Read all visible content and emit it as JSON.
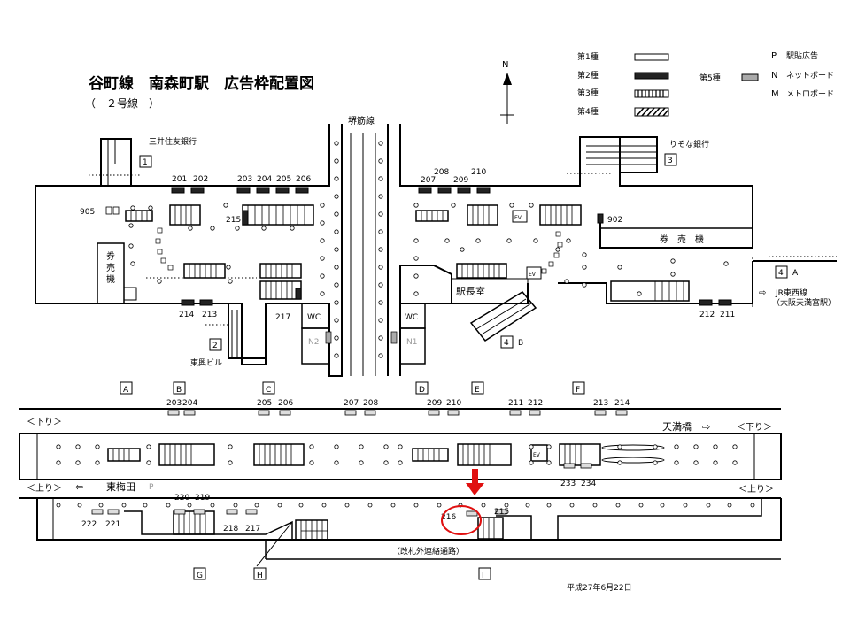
{
  "title": "谷町線　南森町駅　広告枠配置図",
  "subtitle": "（　２号線　）",
  "north": "N",
  "legend": {
    "type1": "第1種",
    "type2": "第2種",
    "type3": "第3種",
    "type4": "第4種",
    "type5": "第5種",
    "p_code": "P",
    "p_label": "駅貼広告",
    "n_code": "N",
    "n_label": "ネットボード",
    "m_code": "M",
    "m_label": "メトロボード"
  },
  "concourse": {
    "street_sakaisuji": "堺筋線",
    "bank_mitsui": "三井住友銀行",
    "bank_resona": "りそな銀行",
    "exit_1": "1",
    "exit_2": "2",
    "exit_3": "3",
    "exit_4": "4",
    "exit_4a": "A",
    "exit_4b": "B",
    "ticket_left": "券\n売\n機",
    "ticket_right": "券　売　機",
    "station_office": "駅長室",
    "wc": "WC",
    "n1": "N1",
    "n2": "N2",
    "ev": "EV",
    "toko_bldg": "東興ビル",
    "jr_line": "JR東西線",
    "jr_sub": "（大阪天満宮駅）",
    "jr_arrow": "⇨",
    "ads": [
      "201",
      "202",
      "203",
      "204",
      "205",
      "206",
      "207",
      "208",
      "209",
      "210",
      "215",
      "217",
      "214",
      "213",
      "212",
      "211",
      "905",
      "902"
    ]
  },
  "platform": {
    "down_label": "＜下り＞",
    "up_label": "＜上り＞",
    "tenma": "天満橋",
    "higashiumeda": "東梅田",
    "p_mark": "P",
    "arrow_right": "⇨",
    "arrow_left": "⇦",
    "passage": "（改札外連絡通路）",
    "ev": "EV",
    "pillar_top": [
      "A",
      "B",
      "C",
      "D",
      "E",
      "F"
    ],
    "pillar_bottom": [
      "G",
      "H",
      "I"
    ],
    "top_ads": [
      [
        "203",
        "204"
      ],
      [
        "205",
        "206"
      ],
      [
        "207",
        "208"
      ],
      [
        "209",
        "210"
      ],
      [
        "211",
        "212"
      ],
      [
        "213",
        "214"
      ]
    ],
    "bottom_ads": [
      "222",
      "221",
      "220",
      "219",
      "218",
      "217",
      "216",
      "215",
      "233",
      "234"
    ]
  },
  "date": "平成27年6月22日",
  "colors": {
    "ink": "#000000",
    "highlight": "#e01010",
    "gray_board": "#aaaaaa"
  }
}
